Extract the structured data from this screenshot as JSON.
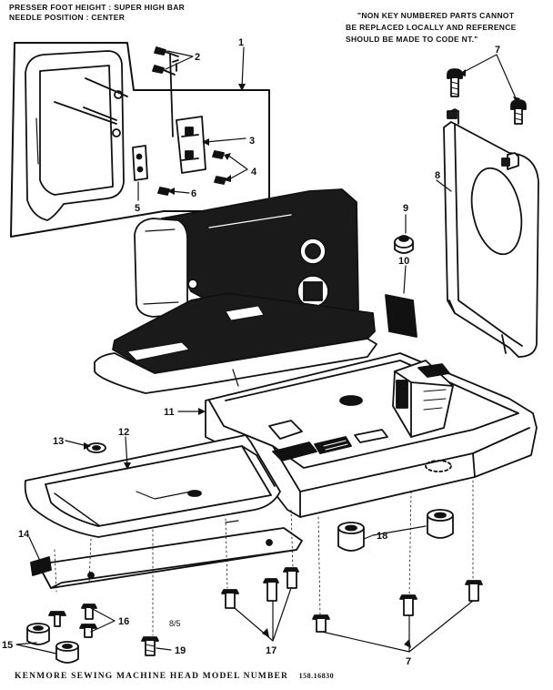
{
  "header": {
    "presser_foot": "PRESSER FOOT HEIGHT : SUPER HIGH BAR",
    "needle_position": "NEEDLE POSITION : CENTER"
  },
  "note": {
    "line1": "\"NON KEY NUMBERED PARTS CANNOT",
    "line2": "BE REPLACED LOCALLY AND REFERENCE",
    "line3": "SHOULD BE MADE TO CODE NT.\""
  },
  "callouts": {
    "c1": "1",
    "c2": "2",
    "c3": "3",
    "c4": "4",
    "c5": "5",
    "c6": "6",
    "c7a": "7",
    "c7b": "7",
    "c8": "8",
    "c9": "9",
    "c10": "10",
    "c11": "11",
    "c12": "12",
    "c13": "13",
    "c14": "14",
    "c15": "15",
    "c16": "16",
    "c17": "17",
    "c18": "18",
    "c19": "19"
  },
  "page_mark": "8/5",
  "footer": {
    "title": "KENMORE SEWING MACHINE HEAD MODEL NUMBER",
    "model": "158.16830"
  }
}
